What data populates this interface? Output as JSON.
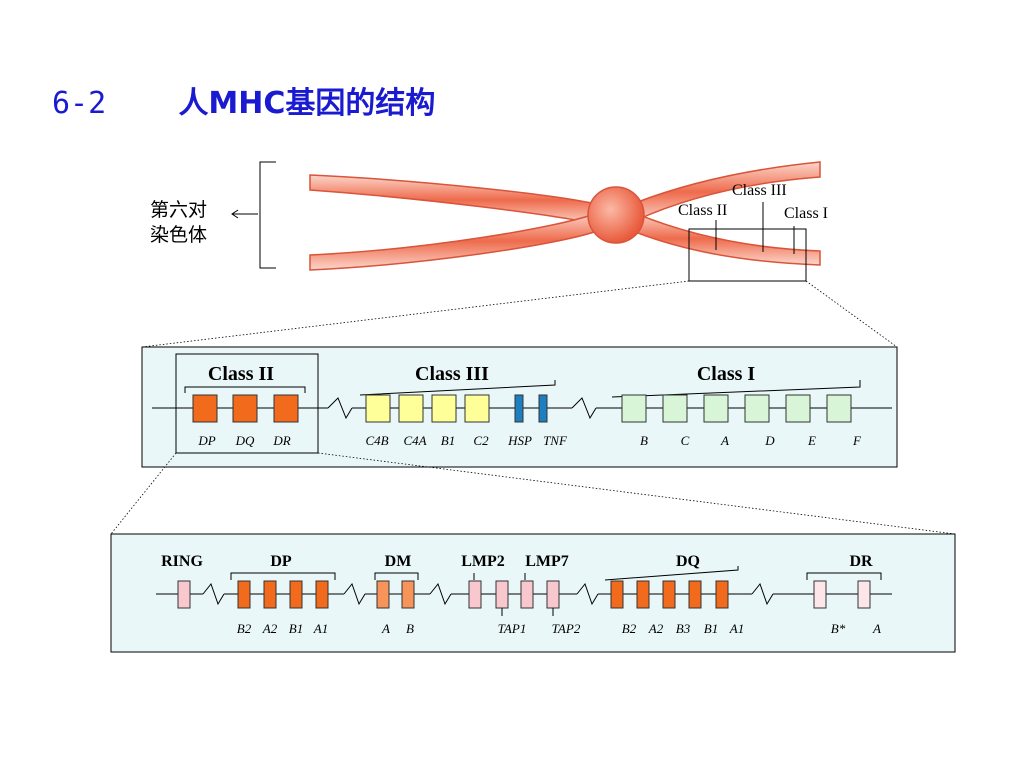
{
  "title": {
    "number": "6-2",
    "text": "人MHC基因的结构"
  },
  "chromosome": {
    "label_line1": "第六对",
    "label_line2": "染色体",
    "region_labels": [
      "Class III",
      "Class II",
      "Class I"
    ]
  },
  "panel1": {
    "headers": [
      "Class II",
      "Class III",
      "Class I"
    ],
    "gene_labels": [
      "DP",
      "DQ",
      "DR",
      "C4B",
      "C4A",
      "B1",
      "C2",
      "HSP",
      "TNF",
      "B",
      "C",
      "A",
      "D",
      "E",
      "F"
    ]
  },
  "panel2": {
    "headers": [
      "RING",
      "DP",
      "DM",
      "LMP2",
      "LMP7",
      "DQ",
      "DR"
    ],
    "gene_labels": [
      "B2",
      "A2",
      "B1",
      "A1",
      "A",
      "B",
      "TAP1",
      "TAP2",
      "B2",
      "A2",
      "B3",
      "B1",
      "A1",
      "B*",
      "A"
    ]
  },
  "colors": {
    "title": "#1a1ad0",
    "chromosome_light": "#fbd3c7",
    "chromosome_dark": "#ef6a4a",
    "panel_bg": "#eaf7f8",
    "class2_orange": "#f26a1b",
    "class3_yellow": "#ffff99",
    "class3_blue": "#1e7fc0",
    "class1_green": "#d8f5d8",
    "pink": "#f9c8cf",
    "light_pink": "#fde6ea",
    "light_orange": "#f7945a"
  }
}
